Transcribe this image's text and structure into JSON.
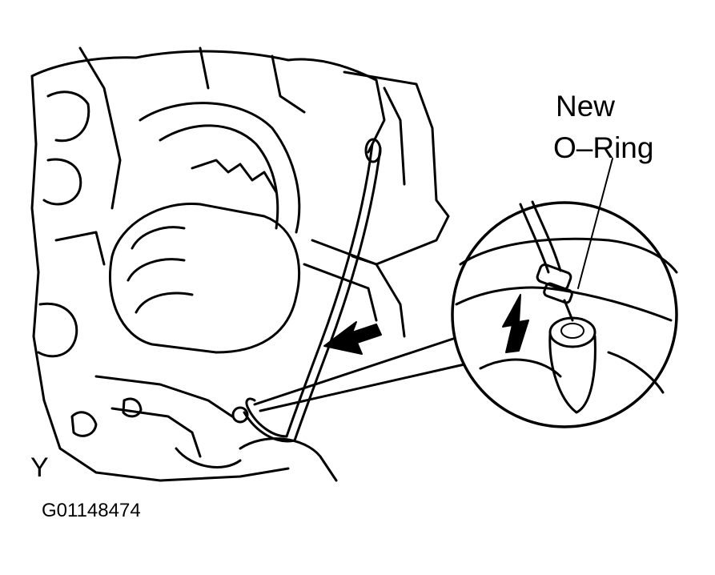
{
  "diagram": {
    "callout_line1": "New",
    "callout_line2": "O–Ring",
    "view_letter": "Y",
    "figure_id": "G01148474"
  }
}
